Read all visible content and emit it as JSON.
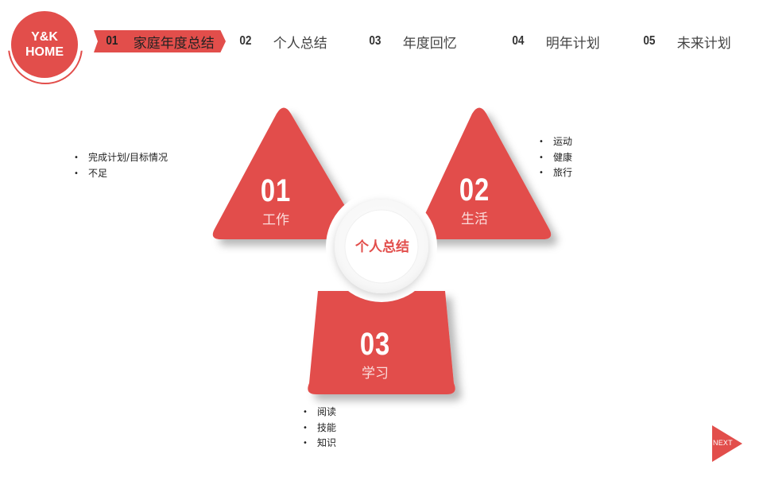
{
  "logo": {
    "line1": "Y&K",
    "line2": "HOME"
  },
  "nav": {
    "items": [
      {
        "num": "01",
        "label": "家庭年度总结",
        "active": true
      },
      {
        "num": "02",
        "label": "个人总结"
      },
      {
        "num": "03",
        "label": "年度回忆"
      },
      {
        "num": "04",
        "label": "明年计划"
      },
      {
        "num": "05",
        "label": "未来计划"
      }
    ]
  },
  "colors": {
    "accent": "#e24e4b",
    "background": "#ffffff"
  },
  "center": {
    "title": "个人总结"
  },
  "sections": [
    {
      "num": "01",
      "label": "工作",
      "bullets": [
        "完成计划/目标情况",
        "不足"
      ]
    },
    {
      "num": "02",
      "label": "生活",
      "bullets": [
        "运动",
        "健康",
        "旅行"
      ]
    },
    {
      "num": "03",
      "label": "学习",
      "bullets": [
        "阅读",
        "技能",
        "知识"
      ]
    }
  ],
  "next": {
    "label": "NEXT"
  }
}
